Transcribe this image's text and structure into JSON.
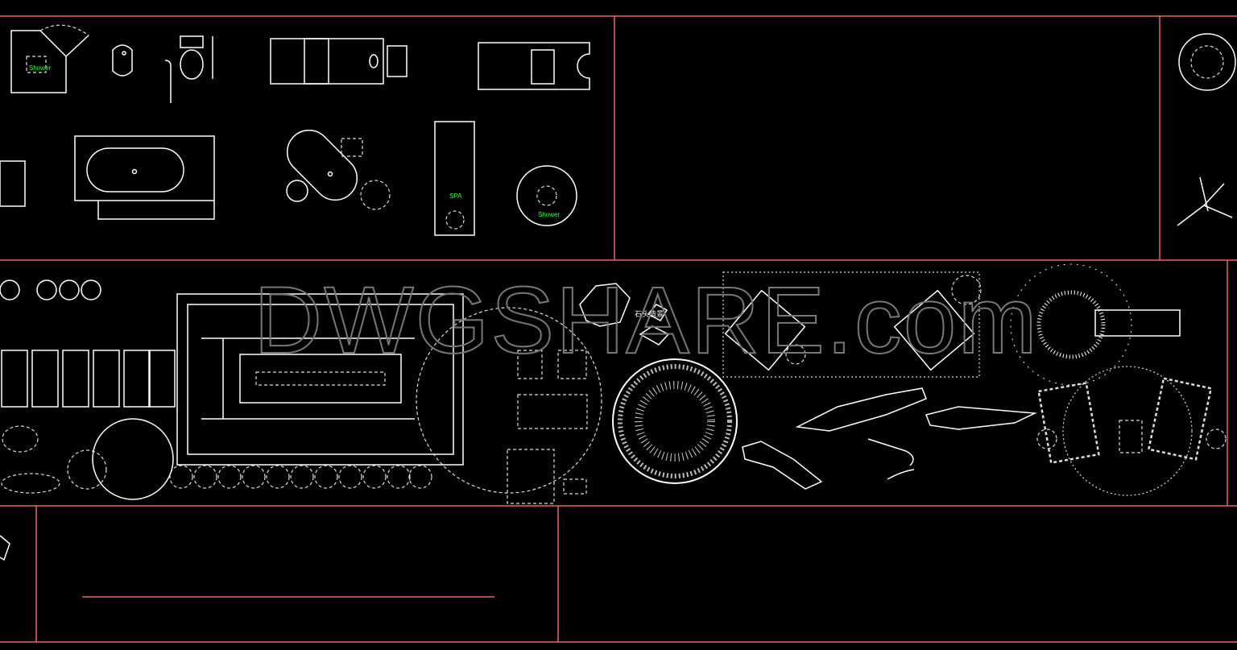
{
  "drawing": {
    "labels": {
      "corner_shower": "Shower",
      "spa": "SPA",
      "round_shower": "Shower",
      "rock_landscape": "石头造景"
    },
    "watermark": "DWGSHARE.com",
    "colors": {
      "background": "#000000",
      "frame": "#e8665c",
      "linework": "#ffffff",
      "text_label": "#33ff33"
    }
  }
}
